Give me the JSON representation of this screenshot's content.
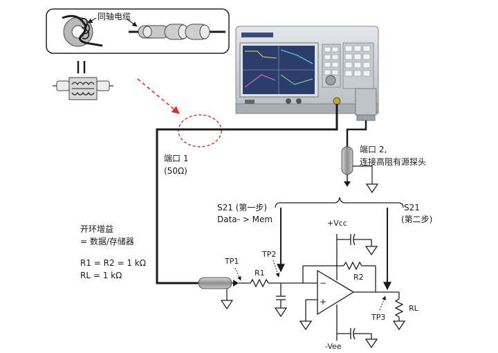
{
  "labels": {
    "coax_cable": "同轴电缆",
    "port1_line1": "端口 1",
    "port1_line2": "(50Ω)",
    "port2_line1": "端口 2,",
    "port2_line2": "连接高阻有源探头",
    "s21_step1_line1": "S21 (第一步)",
    "s21_step1_line2": "Data- > Mem",
    "s21_step2_line1": "S21",
    "s21_step2_line2": "(第二步)",
    "open_loop_line1": "开环增益",
    "open_loop_line2": "= 数据/存储器",
    "r_values_line1": "R1 = R2 = 1 kΩ",
    "r_values_line2": "RL = 1 kΩ",
    "tp1": "TP1",
    "tp2": "TP2",
    "tp3": "TP3",
    "r1": "R1",
    "r2": "R2",
    "rl": "RL",
    "vcc": "+Vcc",
    "vee": "-Vee",
    "minus": "−",
    "plus": "+"
  },
  "colors": {
    "wire": "#1a1a1a",
    "dashed_arrow": "#e0302a",
    "probe_gray": "#9a9a9a",
    "instrument_body": "#cfd3d6",
    "screen": "#2b3d6b"
  }
}
